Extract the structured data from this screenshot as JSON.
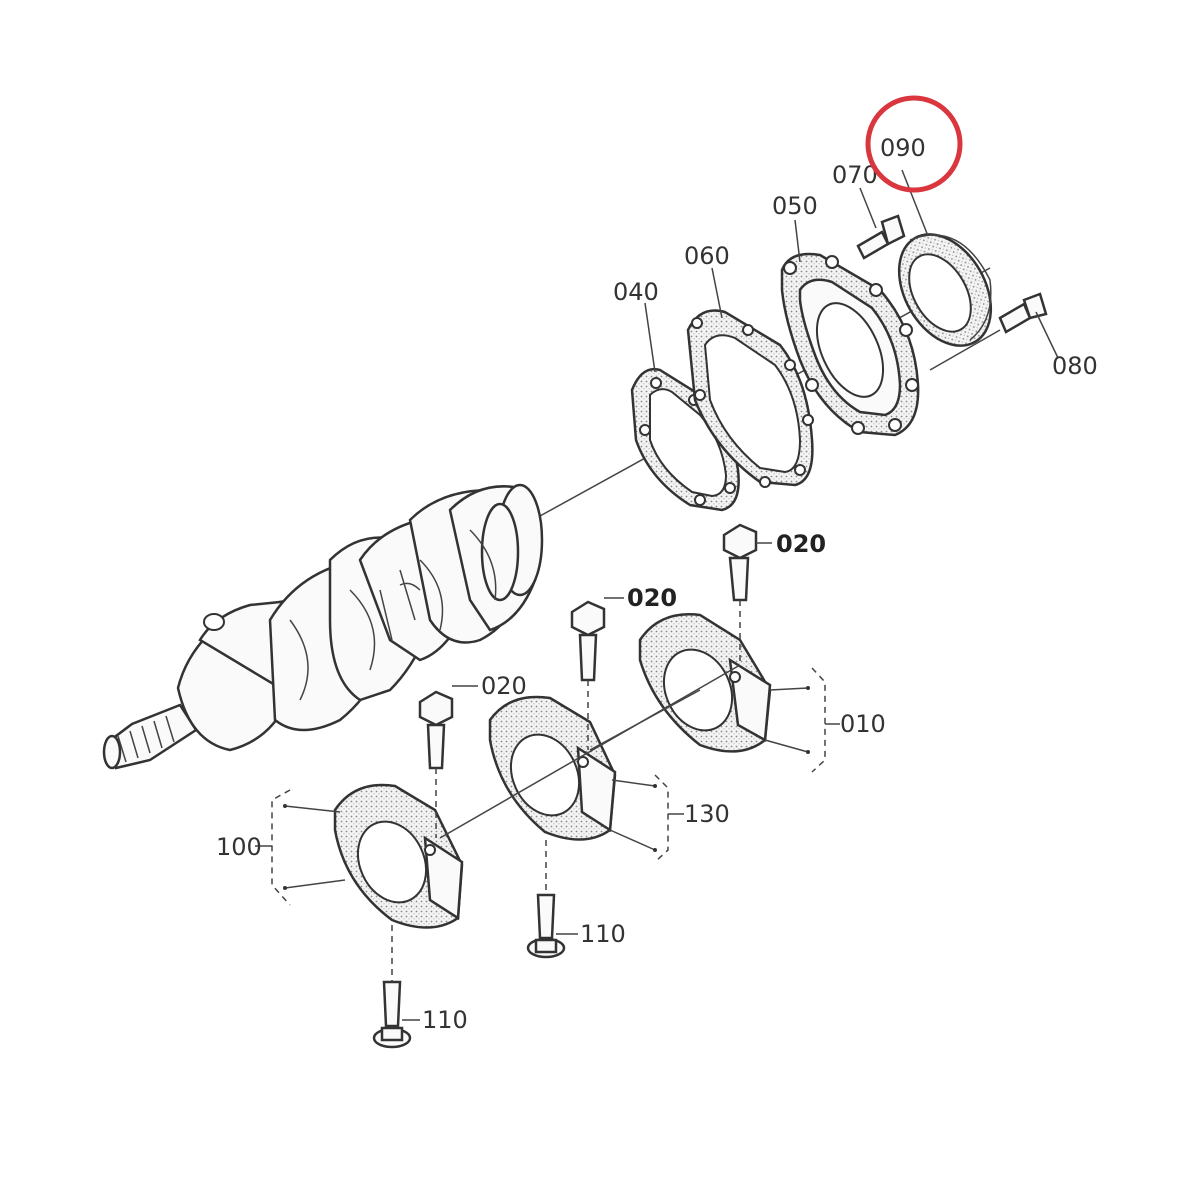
{
  "labels": {
    "p010": "010",
    "p020a": "020",
    "p020b": "020",
    "p020c": "020",
    "p040": "040",
    "p050": "050",
    "p060": "060",
    "p070": "070",
    "p080": "080",
    "p090": "090",
    "p100": "100",
    "p110a": "110",
    "p110b": "110",
    "p130": "130"
  },
  "highlight": {
    "part": "090",
    "color": "#d9363e"
  }
}
